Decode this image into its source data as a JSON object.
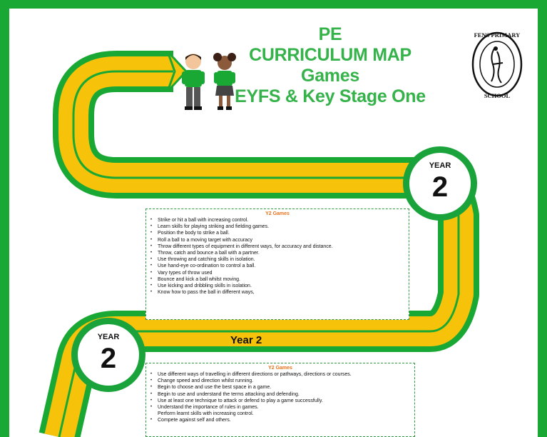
{
  "title": {
    "line1": "PE",
    "line2": "CURRICULUM MAP",
    "line3": "Games",
    "line4": "EYFS & Key Stage One"
  },
  "logo": {
    "text_top": "FENS PRIMARY",
    "text_bottom": "SCHOOL"
  },
  "badges": [
    {
      "label": "YEAR",
      "number": "2"
    },
    {
      "label": "YEAR",
      "number": "2"
    }
  ],
  "road_label": "Year 2",
  "box1": {
    "title": "Y2 Games",
    "items": [
      "Strike or hit a ball with increasing control.",
      "Learn skills for playing striking and fielding games.",
      "Position the body to strike a ball.",
      "Roll a ball to a moving target with accuracy",
      "Throw different types of equipment in different ways, for accuracy and distance.",
      "Throw, catch and bounce a ball with a partner.",
      "Use throwing and catching skills in isolation.",
      "Use hand-eye co-ordination to control a ball.",
      "Vary types of throw used",
      "Bounce and kick a ball whilst moving.",
      "Use kicking and dribbling skills in isolation.",
      "Know how to pass the ball in different ways,"
    ]
  },
  "box2": {
    "title": "Y2 Games",
    "items": [
      "Use different ways of travelling in different directions or pathways, directions or courses.",
      "Change speed and direction whilst running.",
      "Begin to choose and use the best space in a game.",
      "Begin to use and understand the terms attacking and defending.",
      "Use at least one technique to attack or defend to play a game successfully.",
      "Understand the importance of rules in games.",
      "Perform learnt skills with increasing control.",
      "Compete against self and others."
    ]
  },
  "colors": {
    "border": "#1aa834",
    "road": "#f7c20a",
    "road_edge": "#1aa834",
    "title": "#35b34a",
    "box_title": "#e8721c"
  }
}
